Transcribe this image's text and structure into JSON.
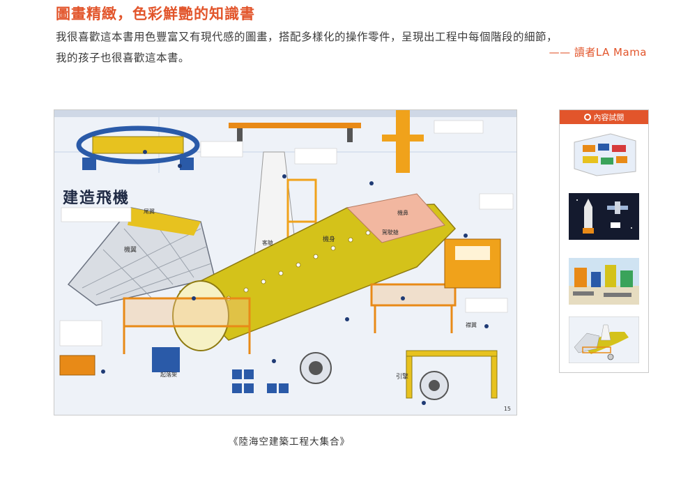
{
  "heading": "圖畫精緻，色彩鮮艷的知識書",
  "review": {
    "line1": "我很喜歡這本書用色豐富又有現代感的圖畫，搭配多樣化的操作零件，呈現出工程中每個階段的細節，",
    "line2": "我的孩子也很喜歡這本書。",
    "signature": "—— 讀者LA Mama"
  },
  "figure": {
    "spread_title": "建造飛機",
    "page_number": "15",
    "labels": {
      "wing": "機翼",
      "fuselage": "機身",
      "tail": "尾翼",
      "engine": "引擎",
      "flap": "襟翼",
      "nose": "機鼻",
      "cockpit": "駕駛艙",
      "rack": "起落架",
      "cabin": "客艙"
    },
    "caption": "《陸海空建築工程大集合》"
  },
  "preview": {
    "header": "內容試閱",
    "colors": {
      "accent": "#e2552b"
    }
  }
}
